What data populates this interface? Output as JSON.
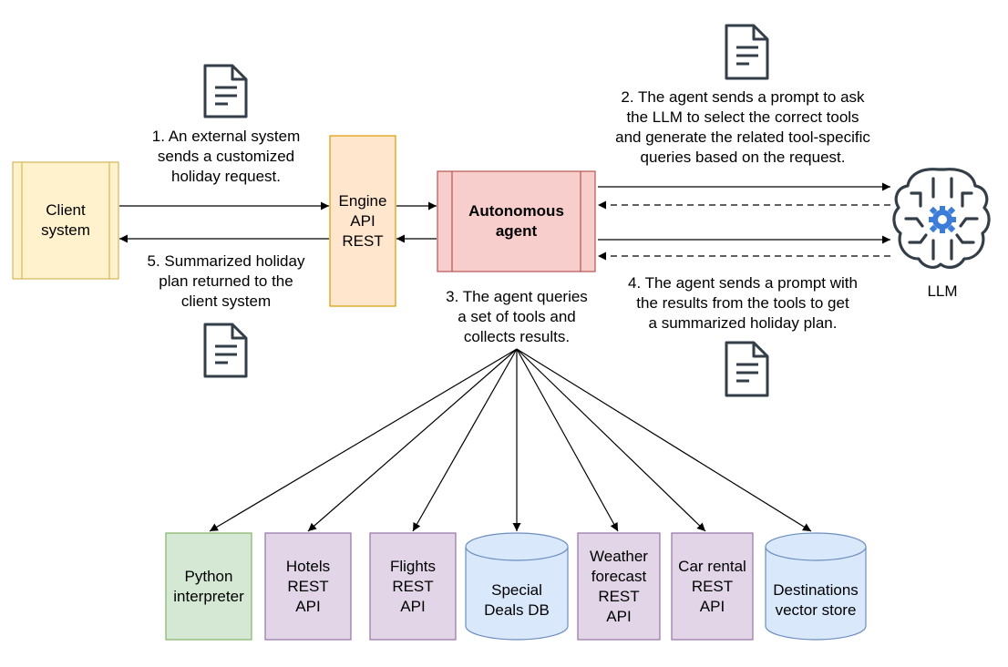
{
  "nodes": {
    "client": "Client\nsystem",
    "engine": "Engine\nAPI\nREST",
    "agent": "Autonomous\nagent",
    "llm": "LLM"
  },
  "steps": {
    "step1": "1. An external system\nsends a customized\nholiday request.",
    "step2": "2. The agent sends a prompt to ask\nthe LLM to select the correct tools\nand generate the related tool-specific\nqueries based on the request.",
    "step3": "3. The agent queries\na set of tools and\ncollects results.",
    "step4": "4. The agent sends a prompt with\nthe results from the tools to get\na summarized holiday plan.",
    "step5": "5. Summarized holiday\nplan returned to the\nclient system"
  },
  "tools": {
    "python": "Python\ninterpreter",
    "hotels": "Hotels\nREST\nAPI",
    "flights": "Flights\nREST\nAPI",
    "deals": "Special\nDeals DB",
    "weather": "Weather\nforecast\nREST\nAPI",
    "car": "Car rental\nREST\nAPI",
    "destinations": "Destinations\nvector store"
  },
  "colors": {
    "client_fill": "#fff2cc",
    "client_stroke": "#d6b656",
    "engine_fill": "#ffe6cc",
    "engine_stroke": "#d79b00",
    "agent_fill": "#f8cecc",
    "agent_stroke": "#b85450",
    "python_fill": "#d5e8d4",
    "python_stroke": "#82b366",
    "api_fill": "#e1d5e7",
    "api_stroke": "#9673a6",
    "db_fill": "#dae8fc",
    "db_stroke": "#6c8ebf",
    "icon_dark": "#333e48",
    "gear": "#3b7dd8"
  }
}
